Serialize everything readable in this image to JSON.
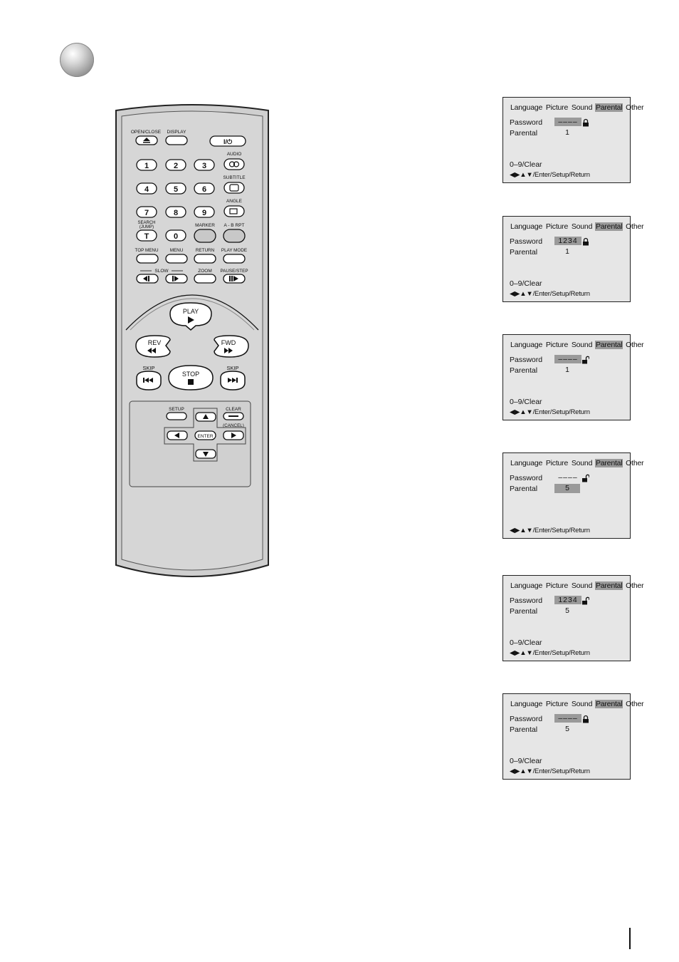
{
  "remote": {
    "labels": {
      "open_close": "OPEN/CLOSE",
      "display": "DISPLAY",
      "audio": "AUDIO",
      "subtitle": "SUBTITLE",
      "angle": "ANGLE",
      "search": "SEARCH",
      "jump": "(JUMP)",
      "marker": "MARKER",
      "ab_rpt": "A - B RPT",
      "top_menu": "TOP MENU",
      "menu": "MENU",
      "return": "RETURN",
      "play_mode": "PLAY MODE",
      "slow": "SLOW",
      "zoom": "ZOOM",
      "pause_step": "PAUSE/STEP",
      "play": "PLAY",
      "rev": "REV",
      "fwd": "FWD",
      "skip_left": "SKIP",
      "skip_right": "SKIP",
      "stop": "STOP",
      "setup": "SETUP",
      "clear": "CLEAR",
      "cancel": "(CANCEL)",
      "enter": "ENTER",
      "search_t": "T"
    },
    "digits": [
      "1",
      "2",
      "3",
      "4",
      "5",
      "6",
      "7",
      "8",
      "9",
      "0"
    ]
  },
  "osd_screens": [
    {
      "tabs": [
        "Language",
        "Picture",
        "Sound",
        "Parental",
        "Other"
      ],
      "selected_tab": "Parental",
      "password_label": "Password",
      "password_value": "––––",
      "password_highlight": true,
      "lock": "closed",
      "parental_label": "Parental",
      "parental_value": "1",
      "parental_highlight": false,
      "clear_text": "0–9/Clear",
      "nav_text": "◀▶▲▼/Enter/Setup/Return"
    },
    {
      "tabs": [
        "Language",
        "Picture",
        "Sound",
        "Parental",
        "Other"
      ],
      "selected_tab": "Parental",
      "password_label": "Password",
      "password_value": "1234",
      "password_highlight": true,
      "lock": "closed",
      "parental_label": "Parental",
      "parental_value": "1",
      "parental_highlight": false,
      "clear_text": "0–9/Clear",
      "nav_text": "◀▶▲▼/Enter/Setup/Return"
    },
    {
      "tabs": [
        "Language",
        "Picture",
        "Sound",
        "Parental",
        "Other"
      ],
      "selected_tab": "Parental",
      "password_label": "Password",
      "password_value": "––––",
      "password_highlight": true,
      "lock": "open",
      "parental_label": "Parental",
      "parental_value": "1",
      "parental_highlight": false,
      "clear_text": "0–9/Clear",
      "nav_text": "◀▶▲▼/Enter/Setup/Return"
    },
    {
      "tabs": [
        "Language",
        "Picture",
        "Sound",
        "Parental",
        "Other"
      ],
      "selected_tab": "Parental",
      "password_label": "Password",
      "password_value": "––––",
      "password_highlight": false,
      "lock": "open",
      "parental_label": "Parental",
      "parental_value": "5",
      "parental_highlight": true,
      "clear_text": "",
      "nav_text": "◀▶▲▼/Enter/Setup/Return"
    },
    {
      "tabs": [
        "Language",
        "Picture",
        "Sound",
        "Parental",
        "Other"
      ],
      "selected_tab": "Parental",
      "password_label": "Password",
      "password_value": "1234",
      "password_highlight": true,
      "lock": "open",
      "parental_label": "Parental",
      "parental_value": "5",
      "parental_highlight": false,
      "clear_text": "0–9/Clear",
      "nav_text": "◀▶▲▼/Enter/Setup/Return"
    },
    {
      "tabs": [
        "Language",
        "Picture",
        "Sound",
        "Parental",
        "Other"
      ],
      "selected_tab": "Parental",
      "password_label": "Password",
      "password_value": "––––",
      "password_highlight": true,
      "lock": "closed",
      "parental_label": "Parental",
      "parental_value": "5",
      "parental_highlight": false,
      "clear_text": "0–9/Clear",
      "nav_text": "◀▶▲▼/Enter/Setup/Return"
    }
  ]
}
